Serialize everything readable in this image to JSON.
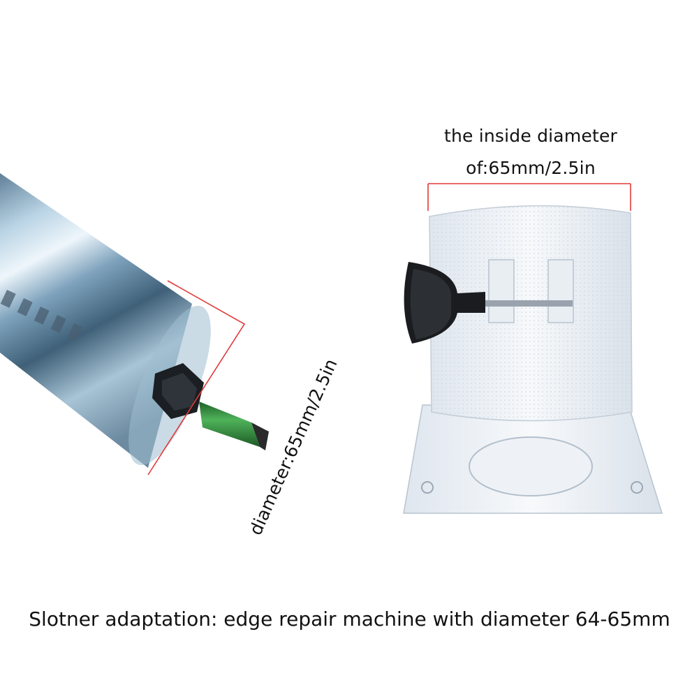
{
  "labels": {
    "inside_diameter_line1": "the inside diameter",
    "inside_diameter_line2": "of:65mm/2.5in",
    "body_diameter": "diameter:65mm/2.5in",
    "caption": "Slotner adaptation: edge repair machine with diameter 64-65mm"
  },
  "colors": {
    "dimension_line": "#e03a3a",
    "bit_green": "#2f8a3a",
    "metal": "#8fb3cc"
  },
  "icons": {
    "left_object": "trimmer-motor-body",
    "right_object": "clear-router-base"
  }
}
